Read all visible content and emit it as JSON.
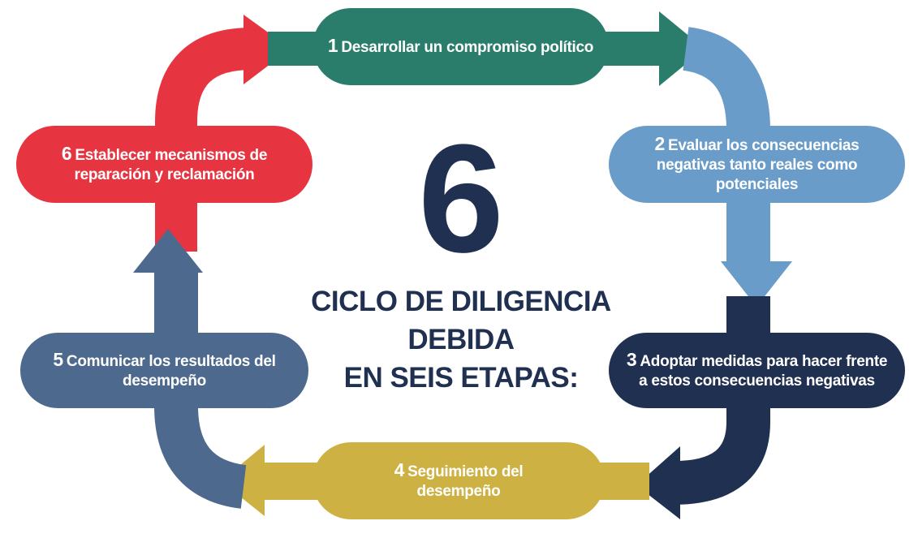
{
  "center": {
    "number": "6",
    "title_lines": [
      "CICLO DE DILIGENCIA",
      "DEBIDA",
      "EN SEIS ETAPAS:"
    ]
  },
  "steps": [
    {
      "num": "1",
      "text": "Desarrollar un compromiso político",
      "color": "#2a7d6b"
    },
    {
      "num": "2",
      "text": "Evaluar los consecuencias negativas tanto reales como potenciales",
      "color": "#6a9cc9"
    },
    {
      "num": "3",
      "text": "Adoptar medidas para hacer frente a estos consecuencias negativas",
      "color": "#1f3050"
    },
    {
      "num": "4",
      "text": "Seguimiento del desempeño",
      "color": "#cdb143"
    },
    {
      "num": "5",
      "text": "Comunicar los resultados del desempeño",
      "color": "#4d6a8e"
    },
    {
      "num": "6",
      "text": "Establecer mecanismos de reparación y reclamación",
      "color": "#e63541"
    }
  ]
}
